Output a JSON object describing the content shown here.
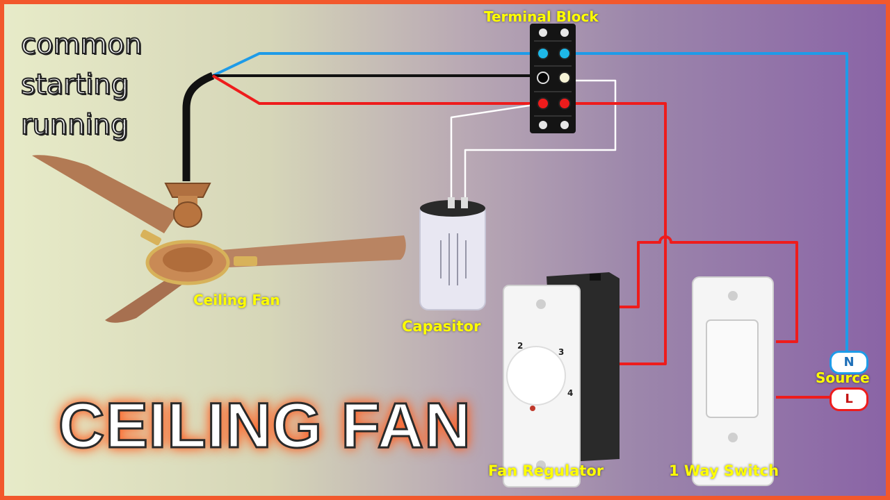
{
  "legend": {
    "line1": "common",
    "line2": "starting",
    "line3": "running"
  },
  "labels": {
    "terminal_block": "Terminal Block",
    "ceiling_fan": "Ceiling Fan",
    "capacitor": "Capasitor",
    "fan_regulator": "Fan Regulator",
    "switch": "1 Way Switch",
    "source": "Source"
  },
  "title": "CEILING FAN",
  "source": {
    "neutral": "N",
    "live": "L"
  },
  "regulator_marks": [
    "2",
    "3",
    "4"
  ],
  "colors": {
    "border": "#f2582c",
    "label_text": "#ffff00",
    "wire_neutral": "#1e9be8",
    "wire_live": "#ee1c1c",
    "wire_common": "#111111",
    "wire_capacitor": "#ffffff"
  }
}
